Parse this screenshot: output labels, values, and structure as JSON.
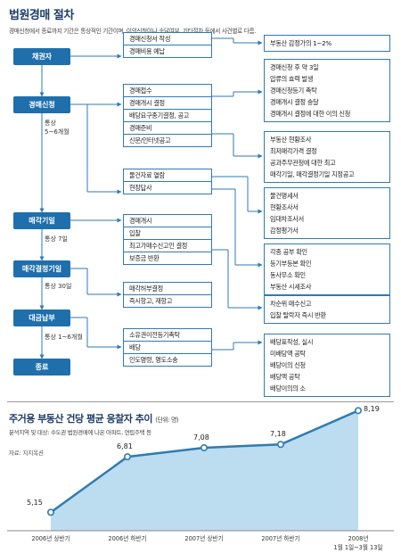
{
  "header": {
    "title": "법원경매 절차",
    "subtitle": "경매신청에서 종료까지 기간은 통상적인 기간이며, 이의신청이나 송달여부, 기타절차 등에서 사건별로 다름."
  },
  "stages": [
    {
      "label": "채권자"
    },
    {
      "label": "경매신청",
      "period": "통상\n5~6개월"
    },
    {
      "label": "매각기일",
      "period": "통상 7일"
    },
    {
      "label": "매각결정기일",
      "period": "통상 30일"
    },
    {
      "label": "대금납부",
      "period": "통상 1~6개월"
    },
    {
      "label": "종료"
    }
  ],
  "steps": [
    {
      "items": [
        "경매신청서 작성",
        "경매비용 예납"
      ]
    },
    {
      "items": [
        "경매접수",
        "경매개시 결정",
        "배당요구종기결정, 공고",
        "경매준비",
        "신문/인터넷공고"
      ]
    },
    {
      "items": [
        "물건자료 열람",
        "현장답사"
      ]
    },
    {
      "items": [
        "경매개시",
        "입찰",
        "최고가매수신고인 결정",
        "보증금 반환"
      ]
    },
    {
      "items": [
        "매각허부결정",
        "즉시항고, 재항고"
      ]
    },
    {
      "items": [
        "소유권이전등기촉탁",
        "배당",
        "인도명령, 명도소송"
      ]
    }
  ],
  "notes": [
    {
      "items": [
        "부동산 감정가의 1~2%"
      ]
    },
    {
      "items": [
        "경매신청 후 약 3일",
        "압류의 효력 발생",
        "경매신청등기 촉탁",
        "경매개시 결정 송달",
        "경매개시 결정에 대한 이의 신청"
      ]
    },
    {
      "items": [
        "부동산 현황조사",
        "최저매각가격 결정",
        "공과주무관청에 대한 최고",
        "매각기일, 매각결정기일 지정공고"
      ]
    },
    {
      "items": [
        "물건명세서",
        "현황조사서",
        "임대차조사서",
        "감정평가서"
      ]
    },
    {
      "items": [
        "각종 공부 확인",
        "등기부등본 확인",
        "동사무소 확인",
        "부동산 시세조사"
      ]
    },
    {
      "items": [
        "차순위 매수신고",
        "입찰 탈락자 즉시 반환"
      ]
    },
    {
      "items": [
        "배당표작성, 실시",
        "미배당액 공탁",
        "배당이의 신청",
        "배당액 공탁",
        "배당이의의 소"
      ]
    }
  ],
  "chart": {
    "title": "주거용 부동산 건당 평균 응찰자 추이",
    "unit": "(단위: 명)",
    "subtitle": "분석지역 및 대상: 수도권 법원경매에 나온 아파트, 연립주택 등",
    "source": "자료: 지지옥션"
  },
  "chart_data": {
    "type": "line",
    "categories": [
      "2006년 상반기",
      "2006년 하반기",
      "2007년 상반기",
      "2007년 하반기",
      "2008년\n1월 1일~3월 13일"
    ],
    "values": [
      5.15,
      6.81,
      7.08,
      7.18,
      8.19
    ],
    "value_labels": [
      "5,15",
      "6,81",
      "7,08",
      "7,18",
      "8,19"
    ],
    "ylim": [
      4.6,
      8.6
    ],
    "colors": {
      "line": "#2f7ab5",
      "area": "#bcdcf0",
      "marker_fill": "#ffffff"
    },
    "grid": false
  }
}
